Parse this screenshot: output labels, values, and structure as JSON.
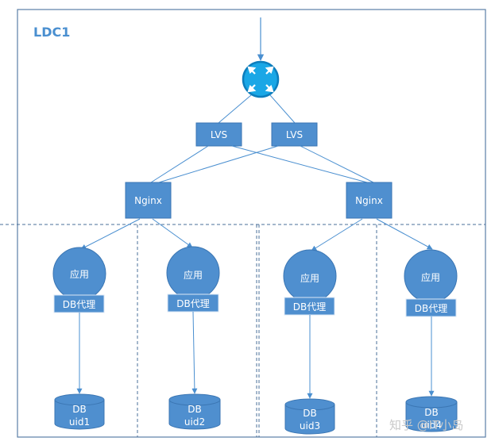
{
  "title": "LDC1",
  "colors": {
    "node_fill": "#4f8fcf",
    "node_stroke": "#3b76b3",
    "line": "#4a8fd0",
    "frame": "#5b7fa6",
    "divider": "#4a6f99",
    "title": "#4a8fd0",
    "router_fill": "#1aa7e6",
    "router_ring": "#0d7ebd"
  },
  "router": {
    "icon": "router-icon"
  },
  "lvs": [
    "LVS",
    "LVS"
  ],
  "nginx": [
    "Nginx",
    "Nginx"
  ],
  "apps": [
    {
      "label": "应用",
      "proxy": "DB代理",
      "db_name": "DB",
      "db_uid": "uid1"
    },
    {
      "label": "应用",
      "proxy": "DB代理",
      "db_name": "DB",
      "db_uid": "uid2"
    },
    {
      "label": "应用",
      "proxy": "DB代理",
      "db_name": "DB",
      "db_uid": "uid3"
    },
    {
      "label": "应用",
      "proxy": "DB代理",
      "db_name": "DB",
      "db_uid": "uid4"
    }
  ],
  "watermark": "知乎 @IT小岛"
}
